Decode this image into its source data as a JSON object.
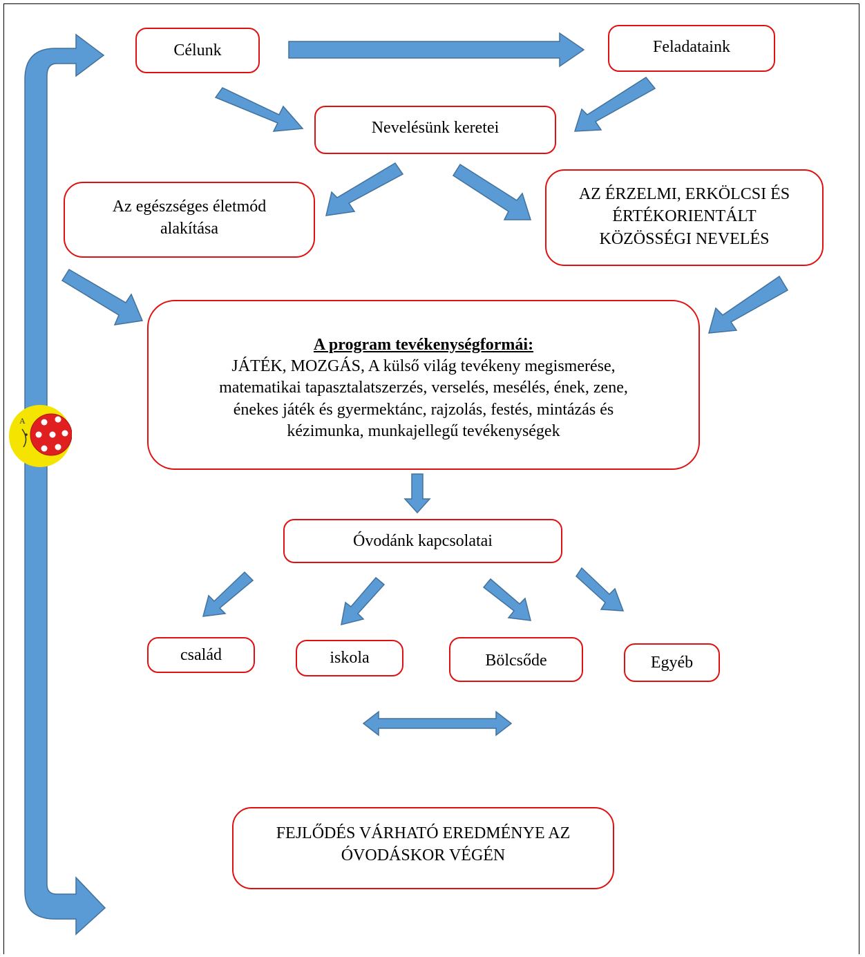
{
  "nodes": {
    "celunk": "Célunk",
    "feladataink": "Feladataink",
    "keretei": "Nevelésünk keretei",
    "egeszseg_line1": "Az egészséges életmód",
    "egeszseg_line2": "alakítása",
    "erzelmi_line1": "AZ ÉRZELMI, ERKÖLCSI ÉS",
    "erzelmi_line2": "ÉRTÉKORIENTÁLT",
    "erzelmi_line3": "KÖZÖSSÉGI NEVELÉS",
    "program_heading": "A program tevékenységformái:",
    "program_line1": "JÁTÉK, MOZGÁS, A külső világ tevékeny megismerése,",
    "program_line2": "matematikai tapasztalatszerzés, verselés, mesélés, ének, zene,",
    "program_line3": "énekes játék és gyermektánc, rajzolás, festés, mintázás és",
    "program_line4": "kézimunka, munkajellegű tevékenységek",
    "kapcsolatai": "Óvodánk kapcsolatai",
    "csalad": "család",
    "iskola": "iskola",
    "bolcsode": "Bölcsőde",
    "egyeb": "Egyéb",
    "fejlodes_line1": "FEJLŐDÉS VÁRHATÓ EREDMÉNYE AZ",
    "fejlodes_line2": "ÓVODÁSKOR VÉGÉN"
  },
  "colors": {
    "arrow_fill": "#5b9bd5",
    "arrow_stroke": "#41719c",
    "box_border": "#e01010",
    "moon_yellow": "#f5e400",
    "ladybug_red": "#e02020"
  },
  "logo_text": "A"
}
